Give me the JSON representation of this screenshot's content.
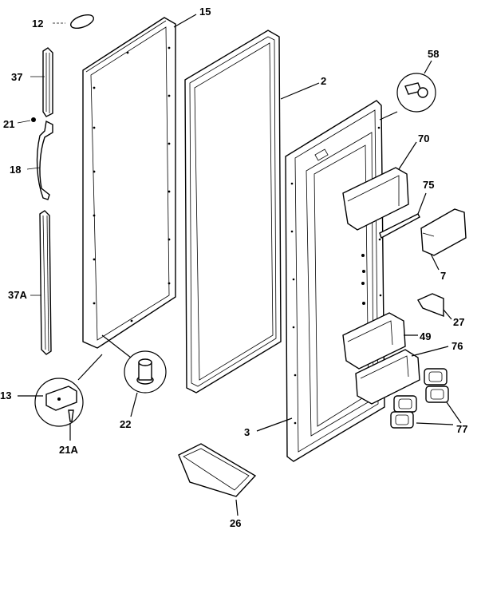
{
  "callouts": {
    "c12": "12",
    "c15": "15",
    "c37": "37",
    "c21": "21",
    "c18": "18",
    "c37a": "37A",
    "c2": "2",
    "c58": "58",
    "c70": "70",
    "c75": "75",
    "c7": "7",
    "c27": "27",
    "c49": "49",
    "c76": "76",
    "c77": "77",
    "c3": "3",
    "c13": "13",
    "c21a": "21A",
    "c22": "22",
    "c26": "26"
  }
}
